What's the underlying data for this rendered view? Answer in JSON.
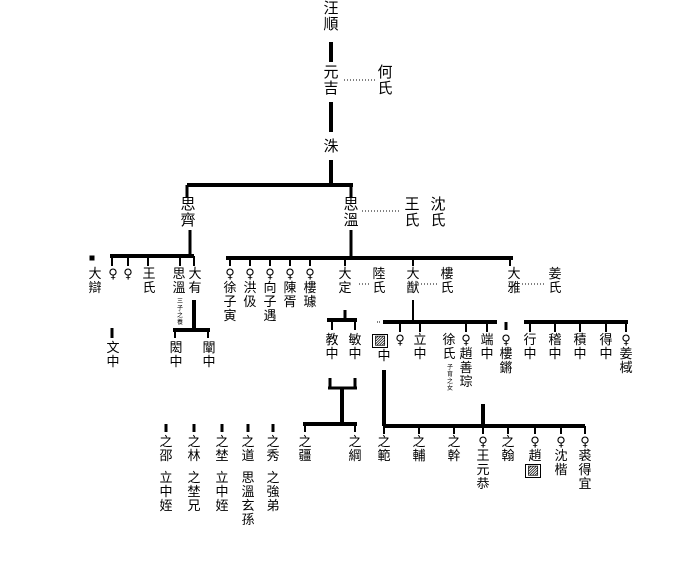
{
  "genealogy": {
    "gen1": {
      "root": "汪順"
    },
    "gen2": {
      "main": "元吉",
      "spouse": "何氏"
    },
    "gen3": {
      "main": "洙"
    },
    "gen4": {
      "left": "思齊",
      "right": "思溫",
      "spouse1": "王氏",
      "spouse2": "沈氏"
    },
    "gen5": {
      "dadi": "大辯",
      "f1": "♀",
      "f2": "♀",
      "wangshi": "王氏",
      "siwen": "思溫",
      "siwen_note": "三子之養",
      "dayou": "大有",
      "d1": "♀徐子寅",
      "d2": "♀洪伋",
      "d3": "♀向子遇",
      "d4": "♀陳胥",
      "d5": "♀樓璩",
      "dading": "大定",
      "lushi": "陸氏",
      "dayou2": "大猷",
      "loushi": "樓氏",
      "daya": "大雅",
      "jiangshi": "姜氏"
    },
    "gen6": {
      "wenzhong": "文中",
      "minzhong": "閎中",
      "ganzhong": "闡中",
      "jiaozhong": "教中",
      "minzhong2": "敏中",
      "boxed_mark": "▨",
      "zhong": "中",
      "f_single": "♀",
      "lizhong": "立中",
      "xushi": "徐氏",
      "xushi_note": "子育之女",
      "zhao": "♀趙善琮",
      "duanzhong": "端中",
      "lou": "♀樓鏘",
      "xingzhong": "行中",
      "jizhong": "稽中",
      "jizhong2": "積中",
      "dezhong": "得中",
      "jiang": "♀姜棫"
    },
    "gen7": {
      "a1": "之邵",
      "a1s": "立中姪",
      "a2": "之林",
      "a2s": "之埜兄",
      "a3": "之埜",
      "a3s": "立中姪",
      "a4": "之道",
      "a4s": "思溫玄孫",
      "a5": "之秀",
      "a5s": "之強弟",
      "a6": "之疆",
      "a7": "之綱",
      "a8": "之範",
      "a9": "之輔",
      "a10": "之幹",
      "a11": "♀王元恭",
      "a12": "之翰",
      "a13_pre": "♀",
      "a13_boxed": "趙",
      "a13_box_inner": "▨",
      "a14": "♀沈楷",
      "a15": "♀裘得宜"
    }
  }
}
